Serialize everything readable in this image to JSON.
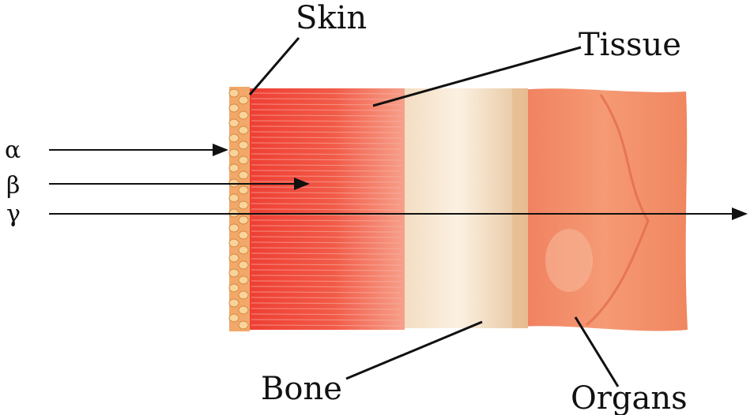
{
  "labels": {
    "skin": "Skin",
    "tissue": "Tissue",
    "bone": "Bone",
    "organs": "Organs"
  },
  "rays": {
    "alpha": "α",
    "beta": "β",
    "gamma": "γ"
  },
  "colors": {
    "skin": "#f0b070",
    "tissue": "#ec4a3a",
    "bone": "#f4d8b8",
    "organs": "#f28a66",
    "arrow": "#111111"
  }
}
